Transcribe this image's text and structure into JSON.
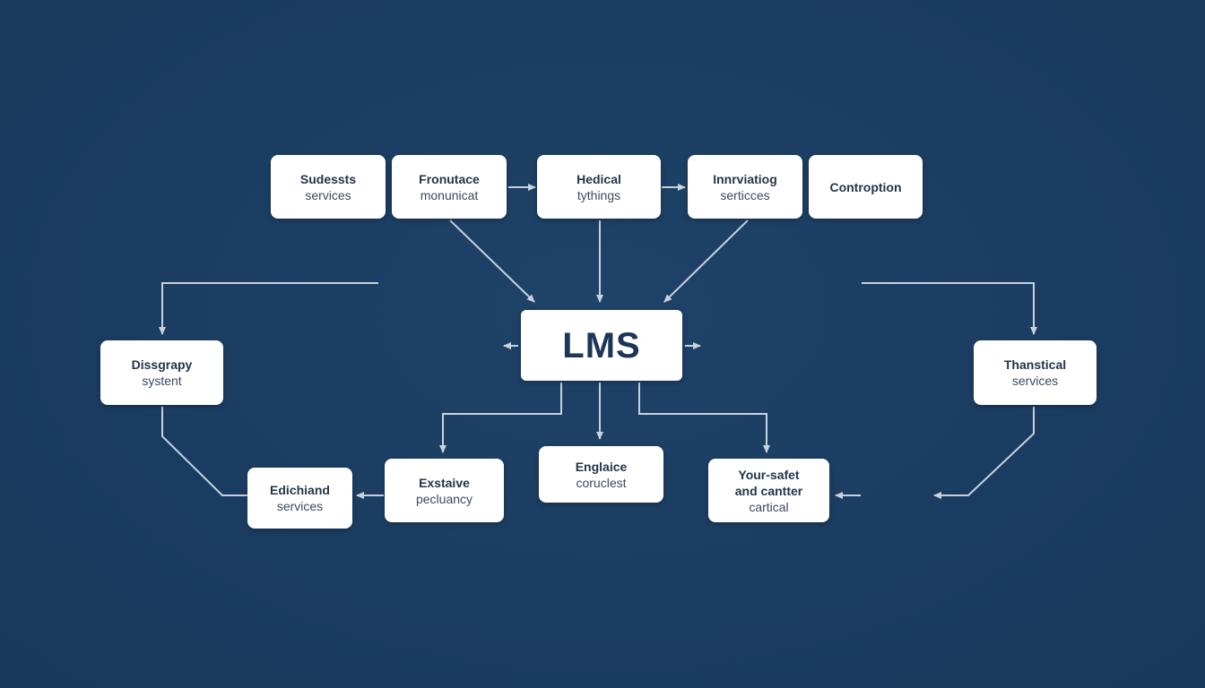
{
  "colors": {
    "background": "#1b3c61",
    "node_fill": "#ffffff",
    "connector": "#c7d2de",
    "text": "#2a3a4f"
  },
  "diagram": {
    "hub": {
      "label": "LMS"
    },
    "top_row": [
      {
        "line1": "Sudessts",
        "line2": "services"
      },
      {
        "line1": "Fronutace",
        "line2": "monunicat"
      },
      {
        "line1": "Hedical",
        "line2": "tythings"
      },
      {
        "line1": "Innrviatiog",
        "line2": "serticces"
      },
      {
        "line1": "Controption",
        "line2": ""
      }
    ],
    "left_node": {
      "line1": "Dissgrapy",
      "line2": "systent"
    },
    "right_node": {
      "line1": "Thanstical",
      "line2": "services"
    },
    "bottom_row": [
      {
        "line1": "Edichiand",
        "line2": "services"
      },
      {
        "line1": "Exstaive",
        "line2": "pecluancy"
      },
      {
        "line1": "Englaice",
        "line2": "coruclest"
      },
      {
        "line1": "Your-safet",
        "line2": "and cantter",
        "line3": "cartical"
      }
    ]
  }
}
